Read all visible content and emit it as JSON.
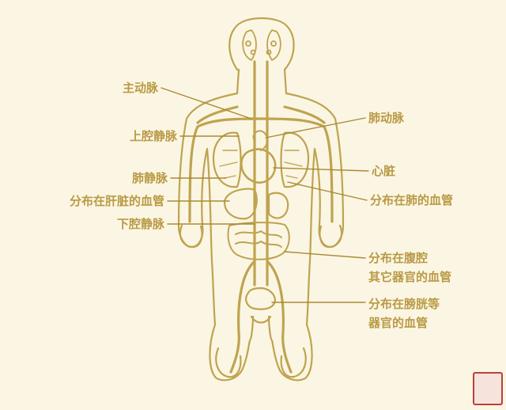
{
  "colors": {
    "background": "#fbf6e3",
    "ink": "#bfa350",
    "label": "#b99a45",
    "seal": "#b8423a"
  },
  "labels": {
    "aorta": "主动脉",
    "superior_vena_cava": "上腔静脉",
    "pulmonary_vein": "肺静脉",
    "liver_vessels": "分布在肝脏的血管",
    "inferior_vena_cava": "下腔静脉",
    "pulmonary_artery": "肺动脉",
    "heart": "心脏",
    "lung_vessels": "分布在肺的血管",
    "abdominal_line1": "分布在腹腔",
    "abdominal_line2": "其它器官的血管",
    "bladder_line1": "分布在膀胱等",
    "bladder_line2": "器官的血管"
  }
}
